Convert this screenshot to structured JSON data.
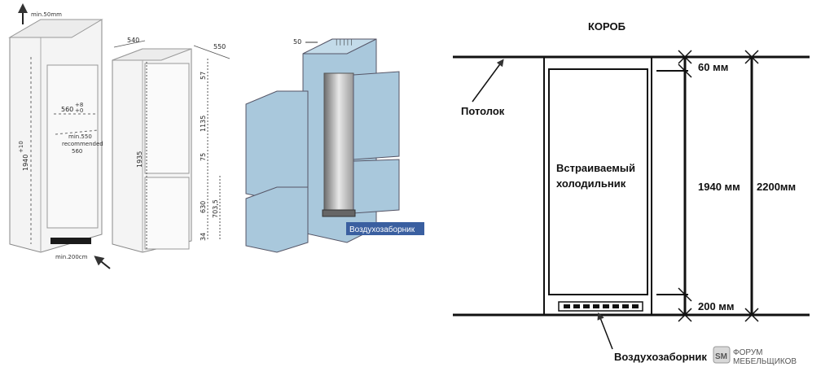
{
  "left_diagram": {
    "top_clearance": "min.50mm",
    "niche_width": "560",
    "niche_width_tol_top": "+8",
    "niche_width_tol_bottom": "+0",
    "niche_height": "1940",
    "niche_height_tol": "+10",
    "min_depth_note_1": "min.550",
    "min_depth_note_2": "recommended",
    "min_depth_note_3": "560",
    "bottom_vent": "min.200cm"
  },
  "middle_diagram": {
    "width": "540",
    "depth": "550",
    "total_height": "1935",
    "dim_57": "57",
    "dim_1135": "1135",
    "dim_75": "75",
    "dim_630": "630",
    "dim_703_5": "703,5",
    "dim_34": "34"
  },
  "iso_diagram": {
    "top_gap": "50",
    "vent_label": "Воздухозаборник"
  },
  "right_diagram": {
    "title": "КОРОБ",
    "ceiling_label": "Потолок",
    "fridge_line1": "Встраиваемый",
    "fridge_line2": "холодильник",
    "top_gap": "60 мм",
    "fridge_height": "1940 мм",
    "total_height": "2200мм",
    "bottom_gap": "200 мм",
    "vent_label": "Воздухозаборник"
  },
  "watermark": {
    "logo": "SM",
    "line1": "ФОРУМ",
    "line2": "МЕБЕЛЬЩИКОВ"
  },
  "colors": {
    "panel_blue": "#a9c8dc",
    "panel_blue_dark": "#7ea6bf",
    "badge_blue": "#3a5fa0"
  }
}
